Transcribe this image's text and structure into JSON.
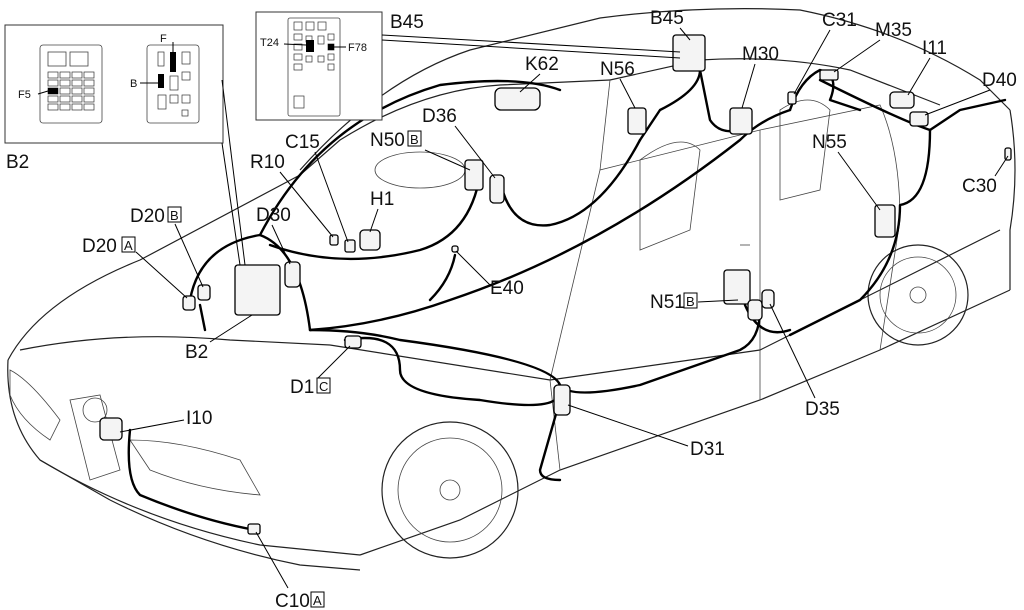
{
  "labels": {
    "B2_inset": "B2",
    "F5": "F5",
    "F": "F",
    "B": "B",
    "T24": "T24",
    "F78": "F78",
    "B45_inset": "B45",
    "B45": "B45",
    "K62": "K62",
    "N56": "N56",
    "M30": "M30",
    "C31": "C31",
    "M35": "M35",
    "I11": "I11",
    "D40": "D40",
    "D36": "D36",
    "N50": "N50",
    "N50_box": "B",
    "C15": "C15",
    "R10": "R10",
    "H1": "H1",
    "D20B": "D20",
    "D20B_box": "B",
    "D30": "D30",
    "D20A": "D20",
    "D20A_box": "A",
    "E40": "E40",
    "N55": "N55",
    "C30": "C30",
    "N51": "N51",
    "N51_box": "B",
    "B2": "B2",
    "D1": "D1",
    "D1_box": "C",
    "I10": "I10",
    "D35": "D35",
    "D31": "D31",
    "C10": "C10",
    "C10_box": "A"
  }
}
